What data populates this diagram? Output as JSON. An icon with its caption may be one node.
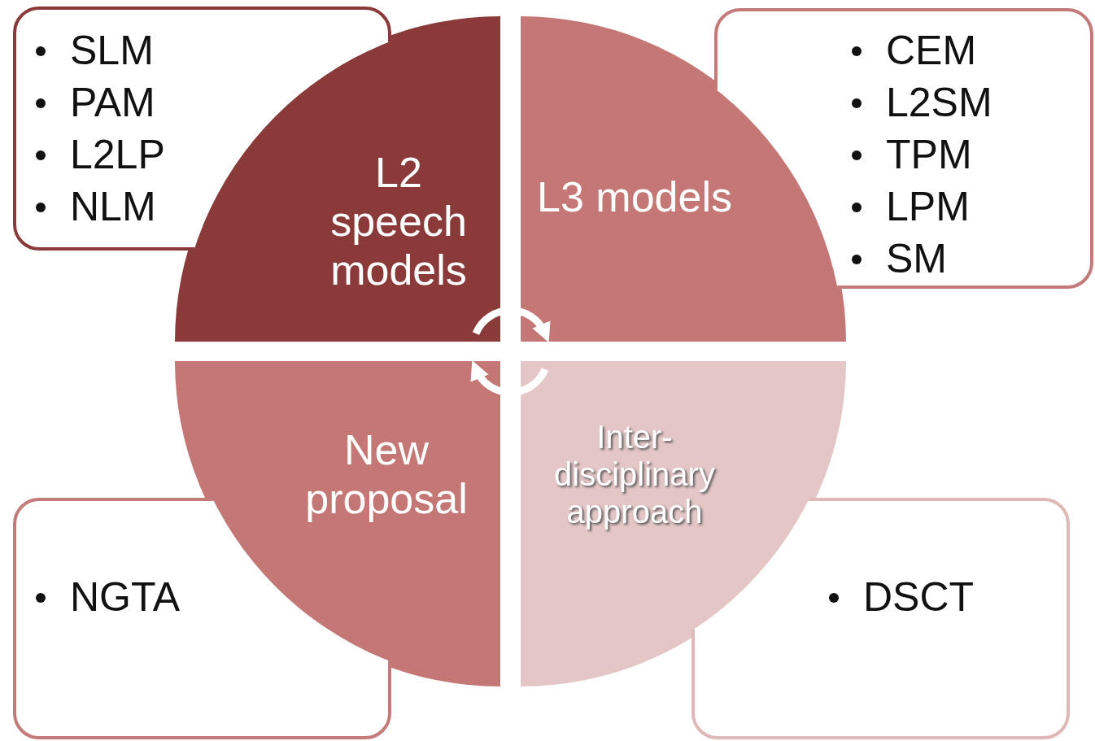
{
  "diagram": {
    "nodes": [
      {
        "text": [
          "SLM",
          "PAM",
          "L2LP",
          "NLM"
        ]
      },
      {
        "text": [
          "L2 speech models"
        ]
      },
      {
        "text": [
          "L3 models"
        ]
      },
      {
        "text": [
          "CEM",
          "L2SM",
          "TPM",
          "LPM",
          "SM"
        ]
      },
      {
        "text": [
          "New proposal"
        ]
      },
      {
        "text": [
          "Inter-disciplinary approach"
        ]
      },
      {
        "text": [
          "NGTA"
        ]
      },
      {
        "text": [
          "DSCT"
        ]
      }
    ],
    "edges": [
      {
        "from": 1,
        "to": 2,
        "arrow": "to"
      },
      {
        "from": 5,
        "to": 4,
        "arrow": "to"
      }
    ]
  }
}
